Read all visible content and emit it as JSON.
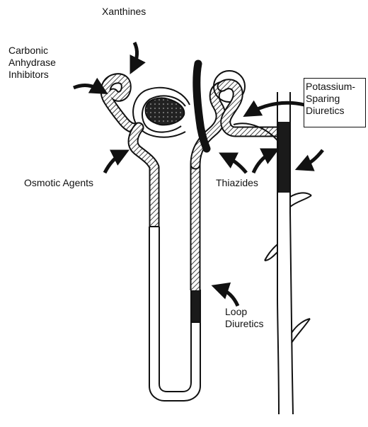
{
  "labels": {
    "xanthines": "Xanthines",
    "carbonic_anhydrase_inhibitors": "Carbonic\nAnhydrase\nInhibitors",
    "osmotic_agents": "Osmotic Agents",
    "thiazides": "Thiazides",
    "loop_diuretics": "Loop\nDiuretics",
    "potassium_sparing_diuretics": "Potassium-\nSparing\nDiuretics"
  },
  "colors": {
    "ink": "#111111",
    "background": "#ffffff"
  }
}
